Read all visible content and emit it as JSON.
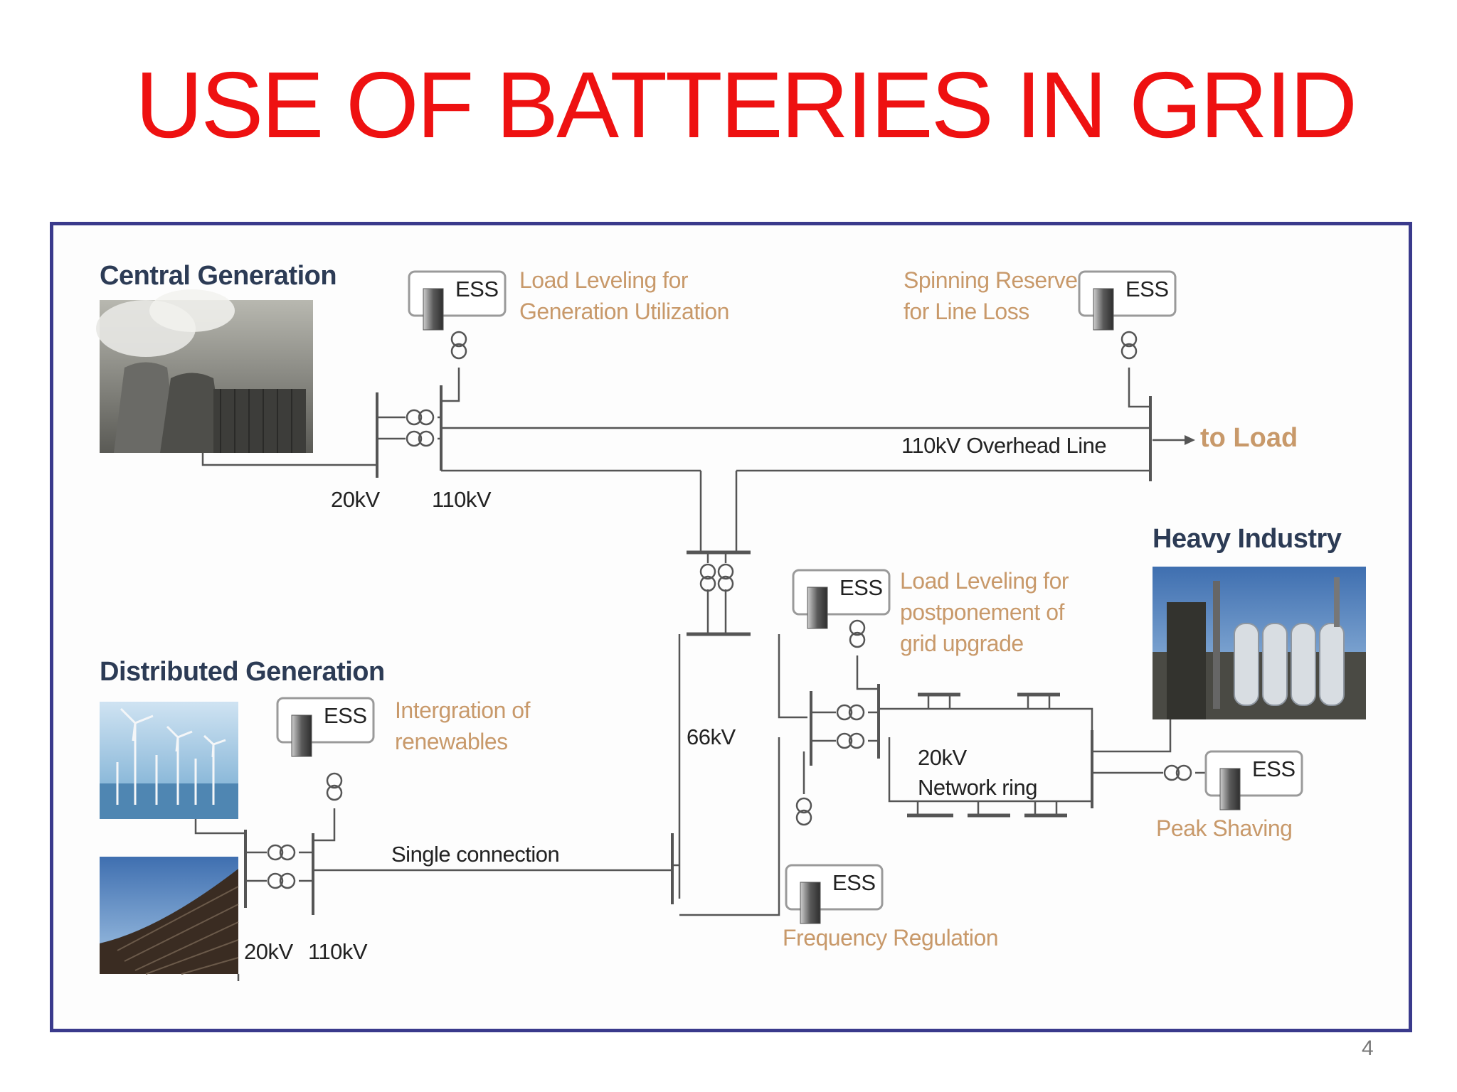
{
  "slide": {
    "title": "USE OF BATTERIES IN GRID",
    "page_number": "4"
  },
  "colors": {
    "title": "#ee1111",
    "frame_border": "#3a3a8c",
    "application_text": "#c8996a",
    "section_heading": "#2c3b55",
    "line": "#555555"
  },
  "diagram": {
    "sections": {
      "central_generation": "Central Generation",
      "distributed_generation": "Distributed Generation",
      "heavy_industry": "Heavy Industry"
    },
    "voltage_labels": {
      "central_20kv": "20kV",
      "central_110kv": "110kV",
      "overhead_line": "110kV Overhead Line",
      "substation_66kv": "66kV",
      "network_ring": "20kV\nNetwork ring",
      "distributed_20kv": "20kV",
      "distributed_110kv": "110kV",
      "single_connection": "Single connection"
    },
    "to_load": "to Load",
    "ess_label": "ESS",
    "applications": {
      "load_leveling_generation": "Load Leveling for\nGeneration Utilization",
      "spinning_reserve": "Spinning Reserve\nfor Line Loss",
      "load_leveling_grid": "Load Leveling for\npostponement of\ngrid upgrade",
      "integration_renewables": "Intergration of\nrenewables",
      "frequency_regulation": "Frequency Regulation",
      "peak_shaving": "Peak Shaving"
    },
    "photos": {
      "central_generation": "power-plant-cooling-towers-photo",
      "heavy_industry": "industrial-plant-photo",
      "wind": "offshore-wind-farm-photo",
      "solar": "solar-panel-array-photo"
    }
  }
}
